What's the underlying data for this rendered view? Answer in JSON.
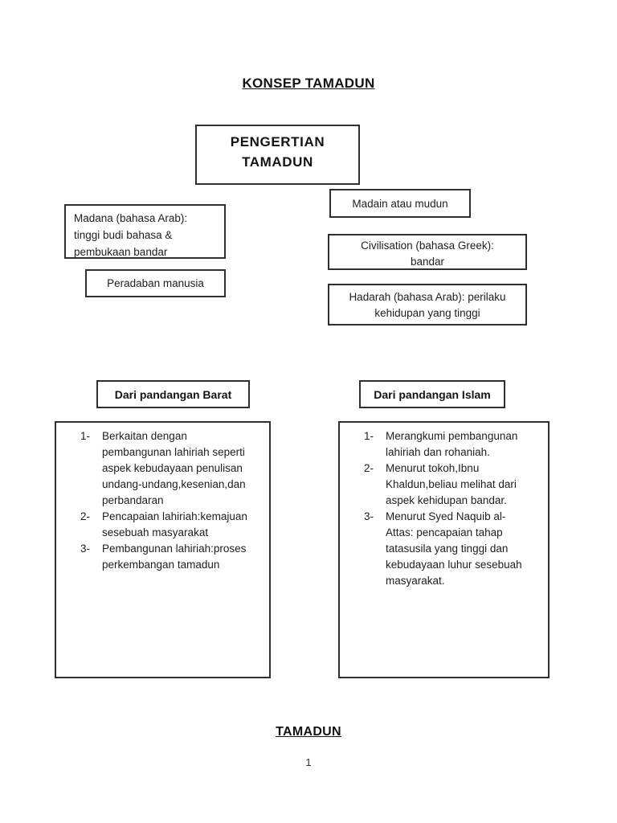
{
  "page": {
    "title": "KONSEP TAMADUN",
    "footer_heading": "TAMADUN",
    "page_number": "1"
  },
  "diagram": {
    "main_box": "PENGERTIAN\nTAMADUN",
    "madain_box": "Madain atau mudun",
    "madana_box": "Madana (bahasa Arab):\ntinggi budi bahasa &\npembukaan bandar",
    "civilisation_box": "Civilisation (bahasa Greek):\nbandar",
    "peradaban_box": "Peradaban manusia",
    "hadarah_box": "Hadarah (bahasa Arab): perilaku\nkehidupan yang tinggi"
  },
  "west": {
    "heading": "Dari pandangan Barat",
    "items": [
      {
        "num": "1-",
        "text": "Berkaitan dengan\npembangunan lahiriah seperti\naspek kebudayaan penulisan\nundang-undang,kesenian,dan\nperbandaran"
      },
      {
        "num": "2-",
        "text": "Pencapaian lahiriah:kemajuan\nsesebuah masyarakat"
      },
      {
        "num": "3-",
        "text": "Pembangunan lahiriah:proses\nperkembangan tamadun"
      }
    ]
  },
  "islam": {
    "heading": "Dari pandangan Islam",
    "items": [
      {
        "num": "1-",
        "text": "Merangkumi pembangunan\nlahiriah dan rohaniah."
      },
      {
        "num": "2-",
        "text": "Menurut tokoh,Ibnu\nKhaldun,beliau melihat dari\naspek kehidupan bandar."
      },
      {
        "num": "3-",
        "text": "Menurut Syed Naquib al-\nAttas: pencapaian tahap\ntatasusila yang tinggi dan\nkebudayaan luhur sesebuah\nmasyarakat."
      }
    ]
  },
  "colors": {
    "page_background": "#ffffff",
    "text": "#1e1e1e",
    "box_border": "#2f2f2f"
  }
}
